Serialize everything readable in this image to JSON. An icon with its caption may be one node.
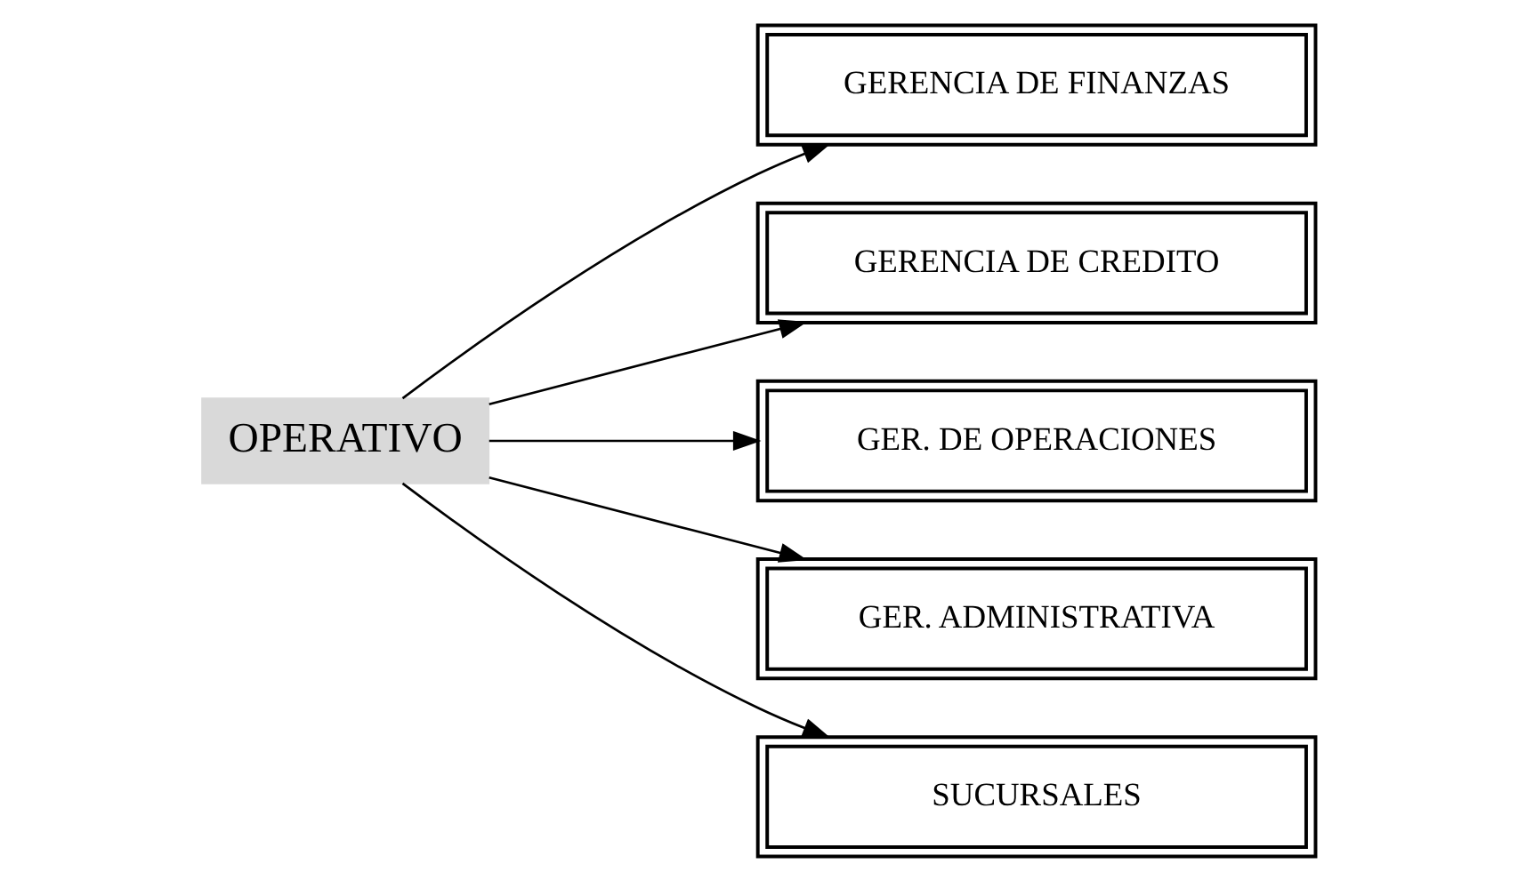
{
  "diagram": {
    "nodes": [
      {
        "text": [
          "OPERATIVO"
        ]
      },
      {
        "text": [
          "GERENCIA DE FINANZAS"
        ]
      },
      {
        "text": [
          "GERENCIA DE CREDITO"
        ]
      },
      {
        "text": [
          "GER. DE OPERACIONES"
        ]
      },
      {
        "text": [
          "GER. ADMINISTRATIVA"
        ]
      },
      {
        "text": [
          "SUCURSALES"
        ]
      }
    ],
    "edges": [
      {
        "from": 0,
        "to": 1,
        "arrow": "to"
      },
      {
        "from": 0,
        "to": 2,
        "arrow": "to"
      },
      {
        "from": 0,
        "to": 3,
        "arrow": "to"
      },
      {
        "from": 0,
        "to": 4,
        "arrow": "to"
      },
      {
        "from": 0,
        "to": 5,
        "arrow": "to"
      }
    ]
  }
}
